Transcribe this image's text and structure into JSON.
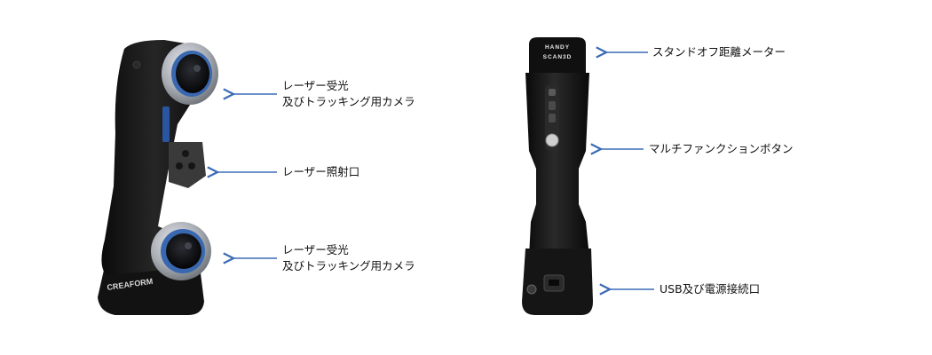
{
  "colors": {
    "arrow": "#3b6bb5",
    "device_body": "#141414",
    "ring_outer": "#b9bcc2",
    "lens_blue": "#3a68b0"
  },
  "left_device": {
    "brand_text": "CREAFORM",
    "callouts": [
      {
        "lines": [
          "レーザー受光",
          "及びトラッキング用カメラ"
        ]
      },
      {
        "lines": [
          "レーザー照射口"
        ]
      },
      {
        "lines": [
          "レーザー受光",
          "及びトラッキング用カメラ"
        ]
      }
    ]
  },
  "right_device": {
    "logo_line1": "HANDY",
    "logo_line2": "SCAN3D",
    "callouts": [
      {
        "lines": [
          "スタンドオフ距離メーター"
        ]
      },
      {
        "lines": [
          "マルチファンクションボタン"
        ]
      },
      {
        "lines": [
          "USB及び電源接続口"
        ]
      }
    ]
  }
}
